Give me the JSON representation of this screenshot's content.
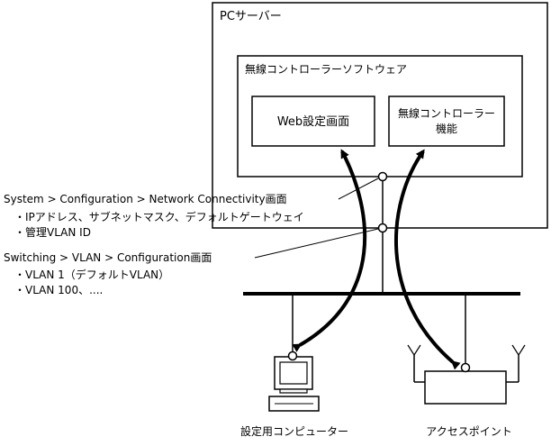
{
  "pc_server": {
    "label": "PCサーバー"
  },
  "controller_software": {
    "label": "無線コントローラーソフトウェア"
  },
  "web_settings": {
    "label": "Web設定画面"
  },
  "controller_function": {
    "line1": "無線コントローラー",
    "line2": "機能"
  },
  "annotation_network": {
    "title": "System > Configuration > Network Connectivity画面",
    "item1": "・IPアドレス、サブネットマスク、デフォルトゲートウェイ",
    "item2": "・管理VLAN ID"
  },
  "annotation_vlan": {
    "title": "Switching > VLAN > Configuration画面",
    "item1": "・VLAN 1（デフォルトVLAN）",
    "item2": "・VLAN 100、...."
  },
  "setup_computer": {
    "label": "設定用コンピューター"
  },
  "access_point": {
    "label": "アクセスポイント"
  }
}
